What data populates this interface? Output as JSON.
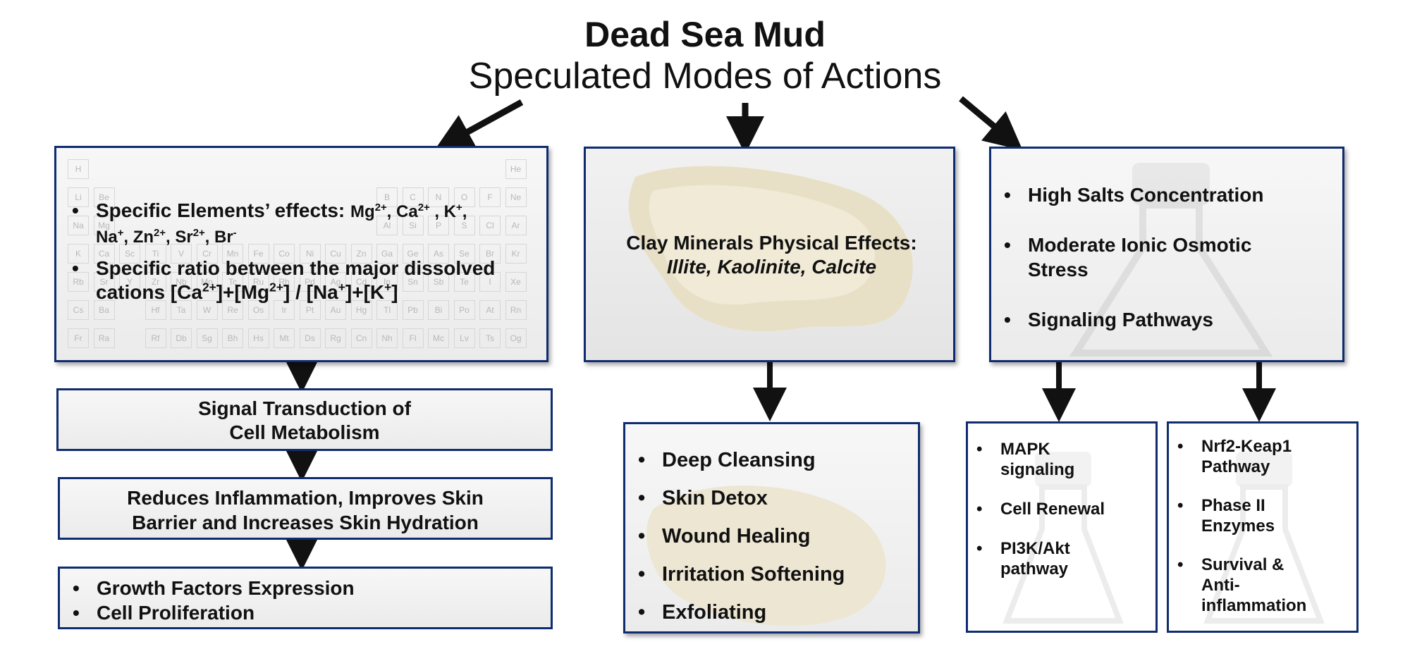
{
  "title": {
    "main": "Dead Sea Mud",
    "sub": "Speculated Modes of Actions"
  },
  "left": {
    "elements_label": "Specific Elements’ effects:",
    "ions_line1": [
      "Mg",
      "2+",
      ", Ca",
      "2+",
      " , K",
      "+",
      ","
    ],
    "ions_line2": [
      "Na",
      "+",
      ", Zn",
      "2+",
      ", Sr",
      "2+",
      ",  Br",
      "-"
    ],
    "ratio_label": "Specific ratio between the major dissolved",
    "ratio_line2": [
      "cations [Ca",
      "2+",
      "]+[Mg",
      "2+",
      "] / [Na",
      "+",
      "]+[K",
      "+",
      "]"
    ],
    "periodic_cells": [
      "H",
      "He",
      "Li",
      "Be",
      "B",
      "C",
      "N",
      "O",
      "F",
      "Ne",
      "Na",
      "Mg",
      "Al",
      "Si",
      "P",
      "S",
      "Cl",
      "Ar",
      "K",
      "Ca",
      "Sc",
      "Ti",
      "V",
      "Cr",
      "Mn",
      "Fe",
      "Co",
      "Ni",
      "Cu",
      "Zn",
      "Ga",
      "Ge",
      "As",
      "Se",
      "Br",
      "Kr",
      "Rb",
      "Sr",
      "Y",
      "Zr",
      "Nb",
      "Mo",
      "Tc",
      "Ru",
      "Rh",
      "Pd",
      "Ag",
      "Cd",
      "In",
      "Sn",
      "Sb",
      "Te",
      "I",
      "Xe",
      "Cs",
      "Ba",
      "Hf",
      "Ta",
      "W",
      "Re",
      "Os",
      "Ir",
      "Pt",
      "Au",
      "Hg",
      "Tl",
      "Pb",
      "Bi",
      "Po",
      "At",
      "Rn",
      "Fr",
      "Ra",
      "Rf",
      "Db",
      "Sg",
      "Bh",
      "Hs",
      "Mt",
      "Ds",
      "Rg",
      "Cn",
      "Nh",
      "Fl",
      "Mc",
      "Lv",
      "Ts",
      "Og"
    ],
    "signal_box": [
      "Signal Transduction of",
      "Cell Metabolism"
    ],
    "reduces_box": [
      "Reduces Inflammation, Improves Skin",
      "Barrier and Increases Skin Hydration"
    ],
    "growth_items": [
      "Growth Factors Expression",
      "Cell Proliferation"
    ]
  },
  "middle": {
    "clay_title": "Clay Minerals Physical Effects:",
    "clay_minerals": "Illite, Kaolinite, Calcite",
    "effects": [
      "Deep Cleansing",
      "Skin Detox",
      "Wound Healing",
      "Irritation Softening",
      "Exfoliating"
    ]
  },
  "right": {
    "items": [
      "High Salts Concentration",
      "Moderate Ionic Osmotic Stress",
      "Signaling Pathways"
    ],
    "mapk_items": [
      "MAPK signaling",
      "Cell Renewal",
      "PI3K/Akt pathway"
    ],
    "nrf2_items": [
      "Nrf2-Keap1 Pathway",
      "Phase II Enzymes",
      "Survival & Anti-inflammation"
    ]
  },
  "colors": {
    "box_border": "#0f2d6e",
    "arrow": "#111111",
    "clay": "#e9e1c8"
  }
}
